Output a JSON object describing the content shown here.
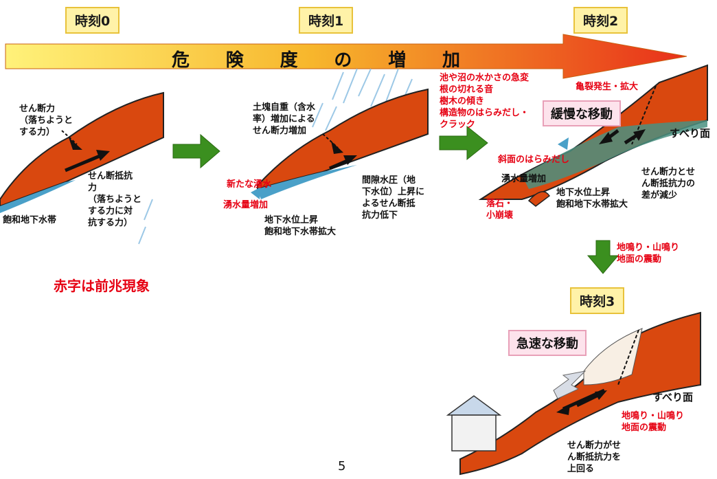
{
  "stages": [
    "時刻0",
    "時刻1",
    "時刻2",
    "時刻3"
  ],
  "banner": {
    "chars": [
      "危",
      "険",
      "度",
      "の",
      "増",
      "加"
    ]
  },
  "panel0": {
    "shear_force": "せん断力\n（落ちようと\nする力）",
    "shear_resistance": "せん断抵抗\n力\n（落ちようと\nする力に対\n抗する力）",
    "saturated_zone": "飽和地下水帯"
  },
  "panel1": {
    "self_weight": "土塊自重（含水\n率）増加による\nせん断力増加",
    "pore_pressure": "間隙水圧（地\n下水位）上昇に\nよるせん断抵\n抗力低下",
    "new_spring": "新たな湧水",
    "spring_increase": "湧水量増加",
    "groundwater": "地下水位上昇\n飽和地下水帯拡大"
  },
  "panel2": {
    "precursors": "池や沼の水かさの急変\n根の切れる音\n樹木の傾き\n構造物のはらみだし・\nクラック",
    "crack": "亀裂発生・拡大",
    "slow_motion": "緩慢な移動",
    "slip_surface": "すべり面",
    "slope_bulge": "斜面のはらみだし",
    "spring_increase": "湧水量増加",
    "rockfall": "落石・\n小崩壊",
    "groundwater": "地下水位上昇\n飽和地下水帯拡大",
    "force_diff": "せん断力とせ\nん断抵抗力の\n差が減少"
  },
  "transition": "地鳴り・山鳴り\n地面の震動",
  "panel3": {
    "rapid_motion": "急速な移動",
    "slip_surface": "すべり面",
    "ground_rumble": "地鳴り・山鳴り\n地面の震動",
    "force_exceeds": "せん断力がせ\nん断抵抗力を\n上回る"
  },
  "legend_note": "赤字は前兆現象",
  "page_number": "5",
  "colors": {
    "soil": "#d9480f",
    "water": "#4aa0c8",
    "arrow_green": "#3b8f1f",
    "precursor_red": "#e60012"
  }
}
